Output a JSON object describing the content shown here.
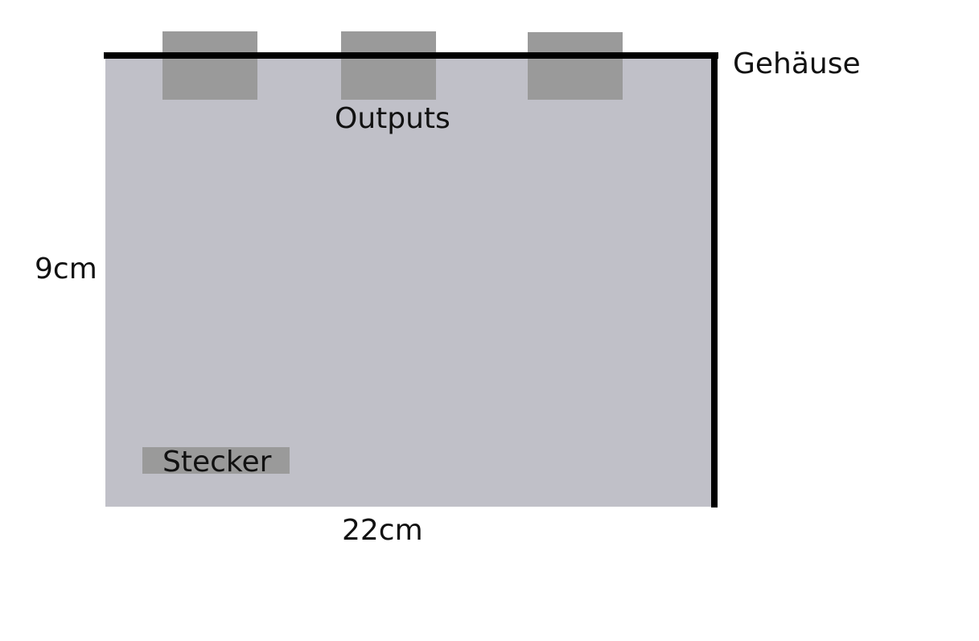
{
  "labels": {
    "housing": "Gehäuse",
    "outputs": "Outputs",
    "height": "9cm",
    "plug": "Stecker",
    "width": "22cm"
  },
  "colors": {
    "board_fill": "#c0c0c8",
    "component_fill": "#9a9a9a",
    "housing_wall": "#000000",
    "background": "#ffffff"
  }
}
